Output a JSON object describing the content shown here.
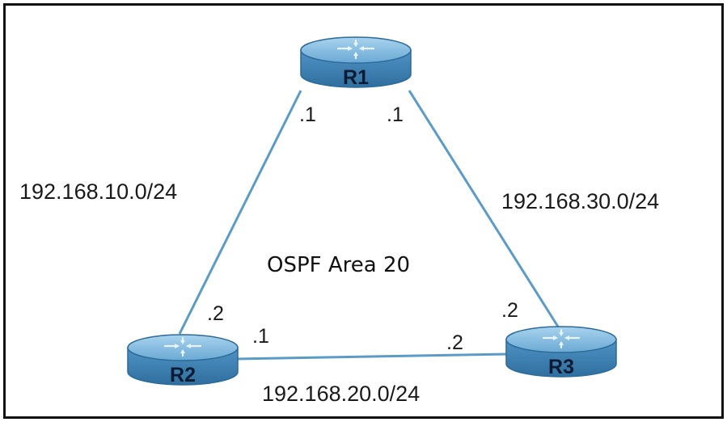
{
  "area_label": "OSPF Area 20",
  "routers": {
    "r1": {
      "name": "R1"
    },
    "r2": {
      "name": "R2"
    },
    "r3": {
      "name": "R3"
    }
  },
  "links": {
    "r1_r2": {
      "network": "192.168.10.0/24",
      "r1_side": ".1",
      "r2_side": ".2"
    },
    "r1_r3": {
      "network": "192.168.30.0/24",
      "r1_side": ".1",
      "r3_side": ".2"
    },
    "r2_r3": {
      "network": "192.168.20.0/24",
      "r2_side": ".1",
      "r3_side": ".2"
    }
  },
  "colors": {
    "link": "#5b9bc7",
    "router_top": "#7fb8de",
    "router_side": "#3d85b8",
    "router_edge": "#2b6a99",
    "frame": "#111111"
  },
  "icons": {
    "router": "router-icon"
  }
}
